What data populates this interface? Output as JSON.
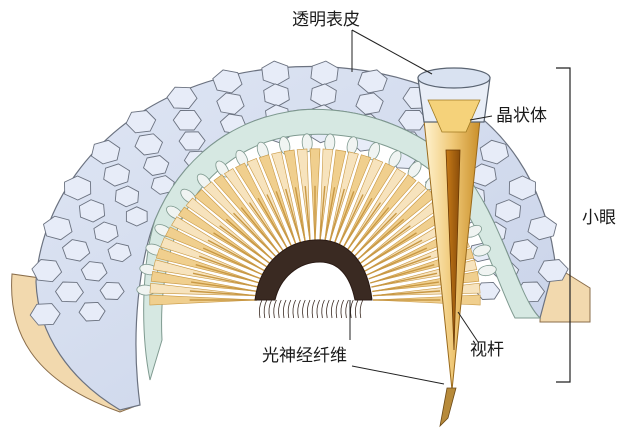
{
  "labels": {
    "cornea": "透明表皮",
    "crystalline_cone": "晶状体",
    "ommatidium": "小眼",
    "rhabdom": "视杆",
    "optic_nerve": "光神经纤维"
  },
  "colors": {
    "background": "#ffffff",
    "facet_fill": "#e7ecf8",
    "facet_stroke": "#6b7280",
    "cone_layer": "#d6e8e2",
    "fiber_light": "#f7e3bd",
    "fiber_dark": "#c89844",
    "base_fill": "#f2d9ae",
    "nerve_dark": "#3a2a22",
    "leader_line": "#222222"
  }
}
